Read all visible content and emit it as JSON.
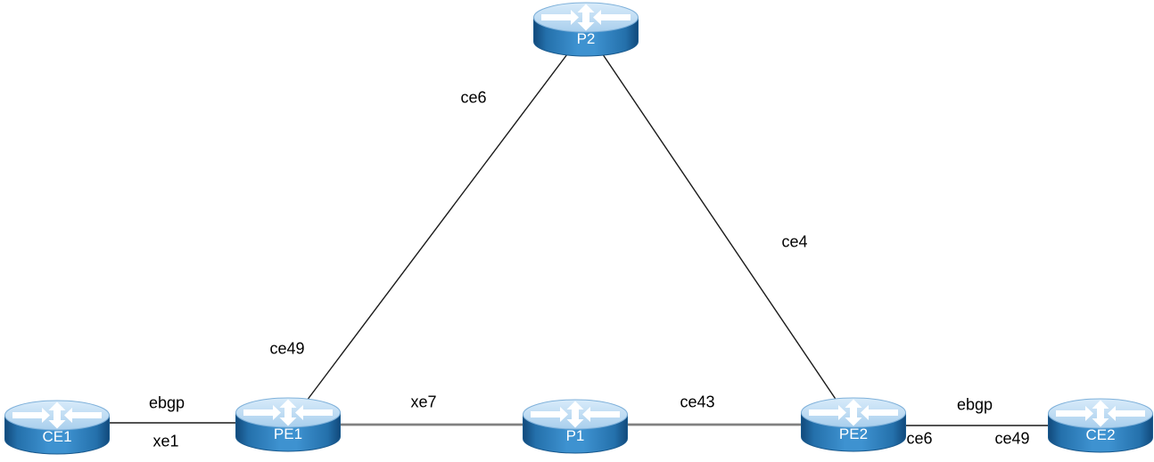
{
  "nodes": {
    "p2": {
      "label": "P2"
    },
    "ce1": {
      "label": "CE1"
    },
    "pe1": {
      "label": "PE1"
    },
    "p1": {
      "label": "P1"
    },
    "pe2": {
      "label": "PE2"
    },
    "ce2": {
      "label": "CE2"
    }
  },
  "links": {
    "ce1_pe1": {
      "label_top": "ebgp",
      "label_bottom": "xe1"
    },
    "pe1_p1": {
      "label": "xe7"
    },
    "p1_pe2": {
      "label": "ce43"
    },
    "pe2_ce2": {
      "label_top": "ebgp",
      "label_near_pe2": "ce6",
      "label_near_ce2": "ce49"
    },
    "pe1_p2": {
      "label_near_p2": "ce6",
      "label_near_pe1": "ce49"
    },
    "pe2_p2": {
      "label": "ce4"
    }
  },
  "colors": {
    "link_primary": "#1a1a1a",
    "link_secondary": "#808080",
    "router_top_light": "#d8ebfa",
    "router_top": "#a9cfed",
    "router_body_light": "#3e92d0",
    "router_body": "#2470ab",
    "router_body_dark": "#11497b",
    "node_label_color": "#ffffff",
    "edge_label_color": "#000000"
  }
}
